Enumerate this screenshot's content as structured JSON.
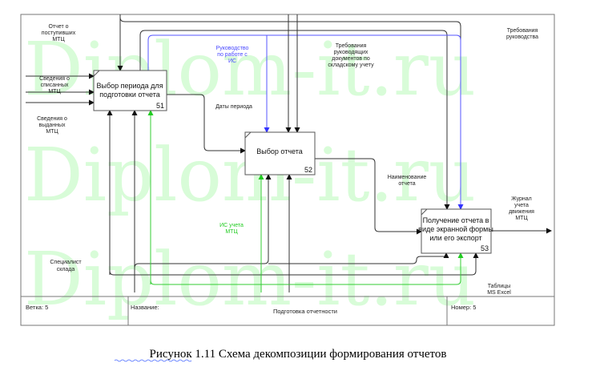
{
  "watermark": "Diplom-it.ru",
  "boxes": [
    {
      "lines": [
        "Выбор периода для",
        "подготовки отчета"
      ],
      "num": "51"
    },
    {
      "lines": [
        "Выбор отчета"
      ],
      "num": "52"
    },
    {
      "lines": [
        "Получение отчета в",
        "виде экранной формы",
        "или его экспорт"
      ],
      "num": "53"
    }
  ],
  "labels": {
    "received": [
      "Отчет о",
      "поступивших",
      "МТЦ"
    ],
    "written_off": [
      "Сведения о",
      "списанных",
      "МТЦ"
    ],
    "issued": [
      "Сведения о",
      "выданных",
      "МТЦ"
    ],
    "manual": [
      "Руководство",
      "по работе с",
      "ИС"
    ],
    "requirements_docs": [
      "Требования",
      "руководящих",
      "документов по",
      "складскому учету"
    ],
    "requirements_mgmt": [
      "Требования",
      "руководства"
    ],
    "period_dates": [
      "Даты периода"
    ],
    "report_name": [
      "Наименование",
      "отчета"
    ],
    "journal": [
      "Журнал",
      "учета",
      "движения",
      "МТЦ"
    ],
    "is_mtc": [
      "ИС учета",
      "МТЦ"
    ],
    "specialist": [
      "Специалист",
      "склада"
    ],
    "excel": [
      "Таблицы",
      "MS Excel"
    ]
  },
  "footer": {
    "branch": "Ветка:  5",
    "name_label": "Название:",
    "name": "Подготовка отчетности",
    "number": "Номер: 5"
  },
  "caption": "Рисунок  1.11  Схема декомпозиции формирования отчетов",
  "colors": {
    "control_blue": "#5555ff",
    "mechanism_green": "#33cc33",
    "watermark": "#d8fcd8"
  }
}
